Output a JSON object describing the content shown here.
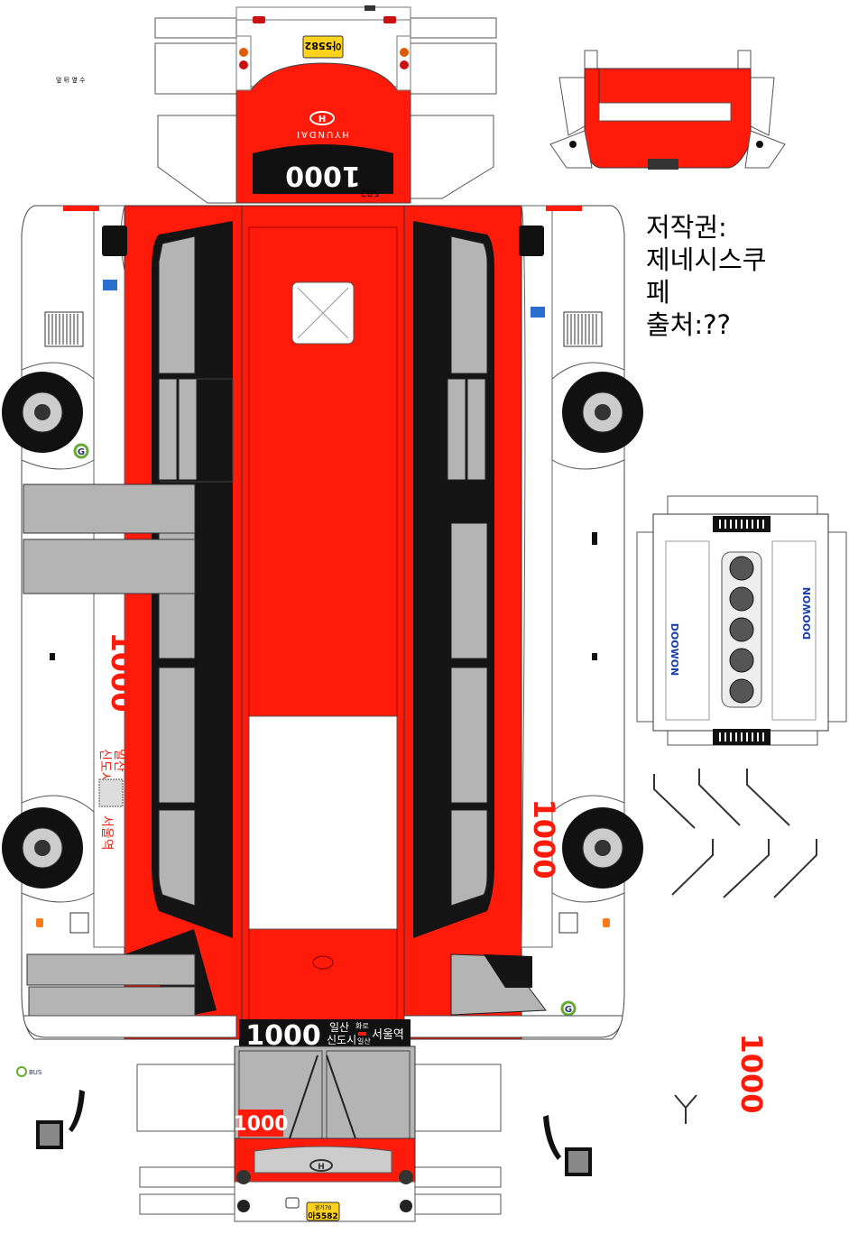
{
  "credits": {
    "line1": "저작권:",
    "line2": "제네시스쿠",
    "line3": "페",
    "line4": "출처:??"
  },
  "route": {
    "number": "1000",
    "origin_line1": "일산",
    "origin_line2": "신도시",
    "via_top": "화로",
    "via_bottom": "일산",
    "destination": "서울역",
    "bus_id": "582"
  },
  "plate": {
    "region": "경기70",
    "number": "아5582"
  },
  "brand": {
    "maker_rear": "HYUNDAI",
    "ac_maker": "DOOWON",
    "operator_logo_letter": "G",
    "operator_logo_text": "BUS",
    "small_caption": "앞 뒤 옆 수"
  },
  "colors": {
    "body_red": "#ff1a0a",
    "window_gray": "#b4b4b4",
    "window_black": "#141414",
    "white": "#ffffff",
    "plate_yellow": "#ffd21e",
    "frame_gray": "#6e6e6e"
  }
}
